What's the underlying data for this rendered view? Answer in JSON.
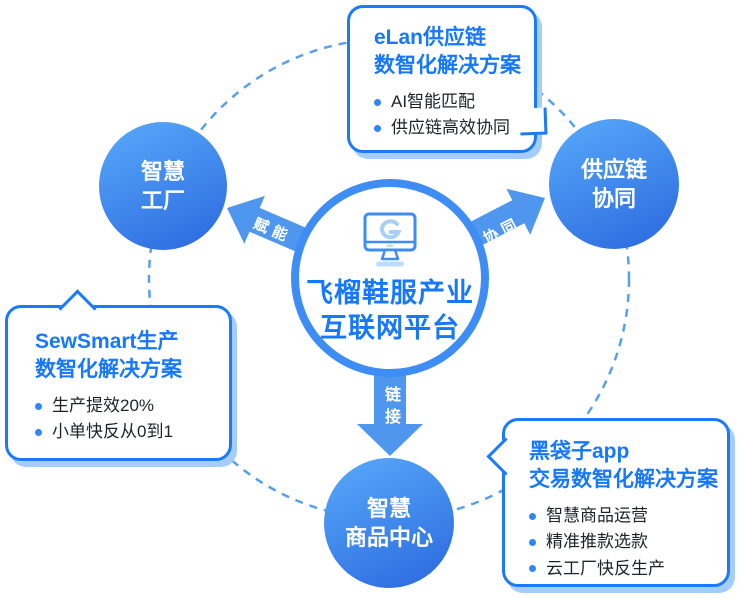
{
  "platform": {
    "title_line1": "飞榴鞋服产业",
    "title_line2": "互联网平台",
    "icon": "monitor-icon"
  },
  "nodes": {
    "factory": {
      "line1": "智慧",
      "line2": "工厂"
    },
    "supply": {
      "line1": "供应链",
      "line2": "协同"
    },
    "product": {
      "line1": "智慧",
      "line2": "商品中心"
    }
  },
  "arrows": {
    "empower": {
      "label": "赋能",
      "target": "factory"
    },
    "collaborate": {
      "label": "协同",
      "target": "supply"
    },
    "link": {
      "label": "链接",
      "target": "product"
    }
  },
  "callouts": {
    "elan": {
      "title_line1": "eLan供应链",
      "title_line2": "数智化解决方案",
      "bullets": [
        "AI智能匹配",
        "供应链高效协同"
      ]
    },
    "sewsmart": {
      "title_line1": "SewSmart生产",
      "title_line2": "数智化解决方案",
      "bullets": [
        "生产提效20%",
        "小单快反从0到1"
      ]
    },
    "heidaizi": {
      "title_line1": "黑袋子app",
      "title_line2": "交易数智化解决方案",
      "bullets": [
        "智慧商品运营",
        "精准推款选款",
        "云工厂快反生产"
      ]
    }
  },
  "colors": {
    "accent_blue": "#1677FF",
    "callout_border_blue": "#1A7BF8",
    "callout_shadow_blue": "#A6CDF9",
    "hub_ring_blue": "#3E8DF5",
    "node_gradient_start": "#54A5F8",
    "node_gradient_end": "#2C6ADF",
    "arrow_blue": "#4E96EE",
    "dashed_ring_blue": "#57A0EA",
    "bullet_blue": "#2E86F7",
    "body_text": "#1F2329"
  }
}
